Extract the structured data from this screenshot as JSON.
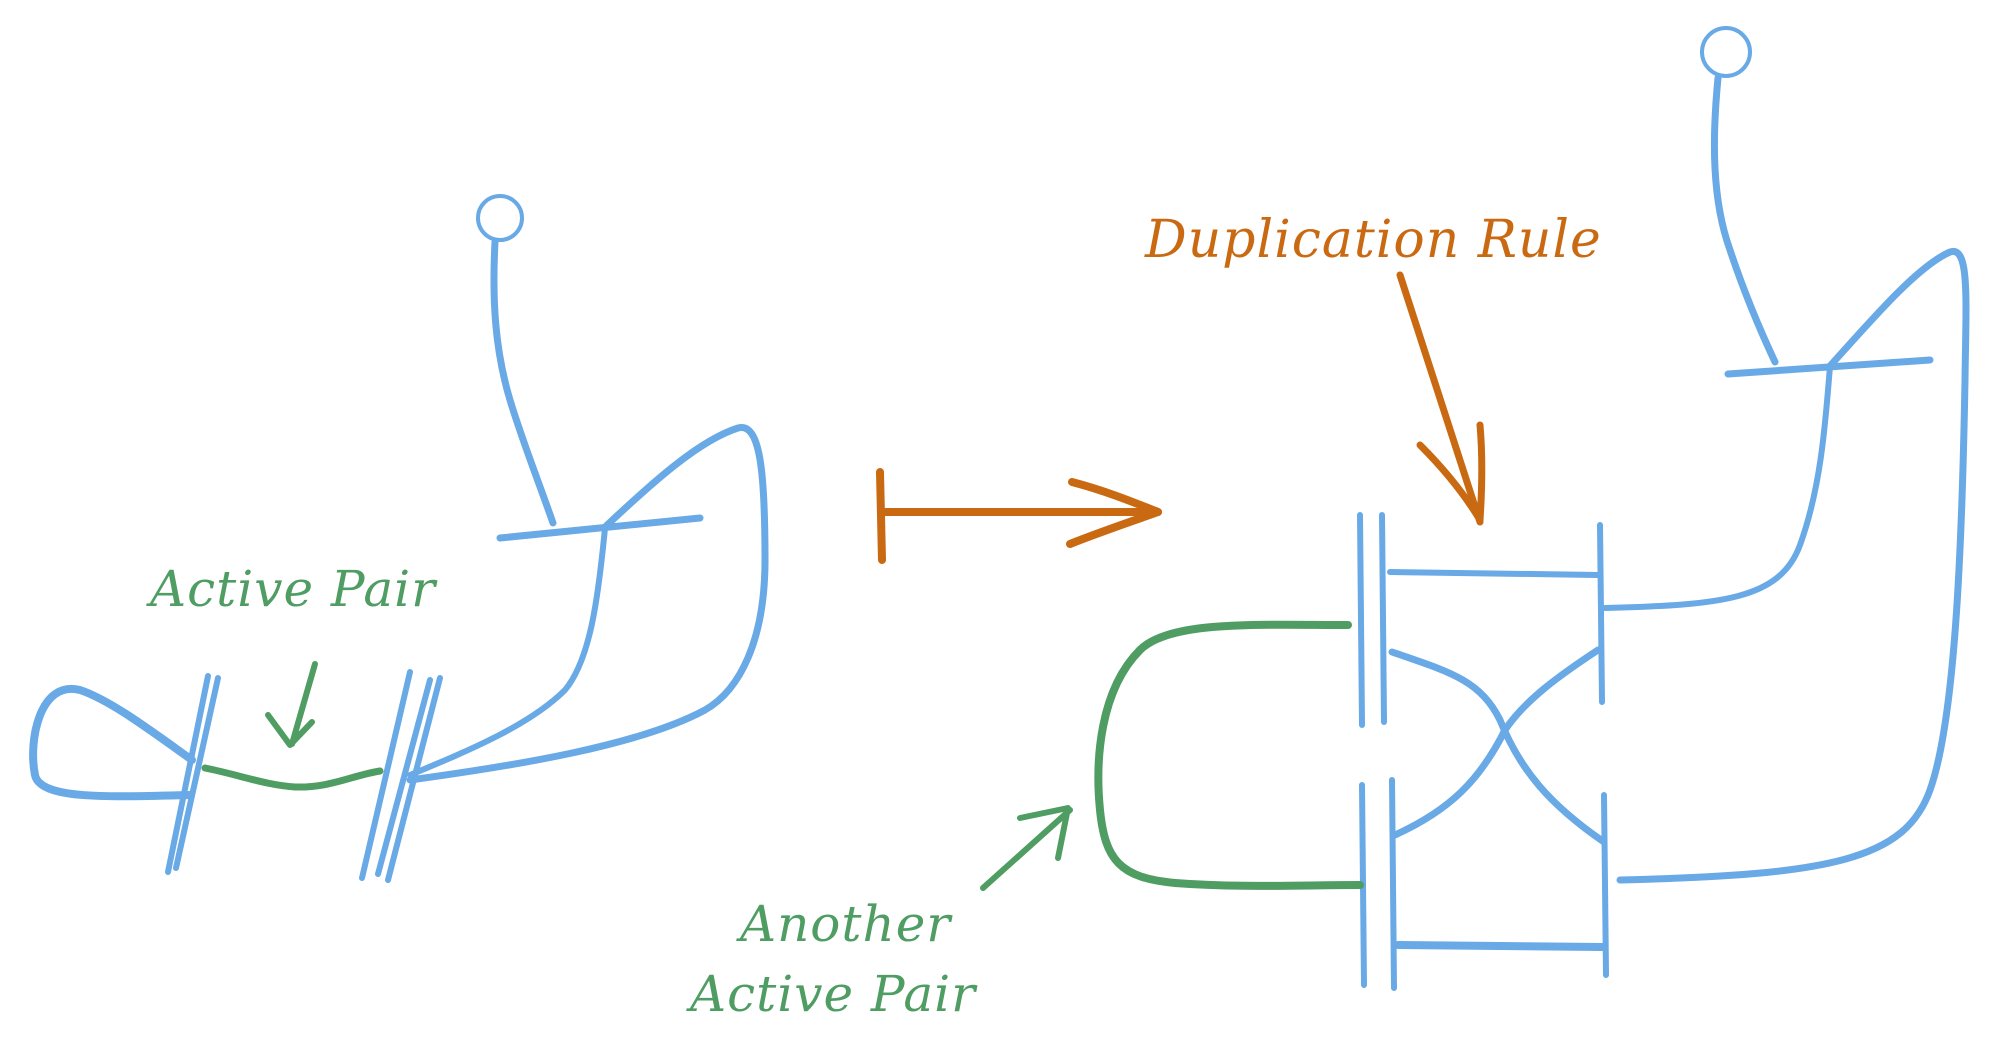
{
  "colors": {
    "wire": "#68a9e6",
    "active_pair": "#4f9d63",
    "rule": "#c96a13",
    "background": "#ffffff"
  },
  "labels": {
    "active_pair": "Active Pair",
    "duplication_rule": "Duplication Rule",
    "another_active_pair_line1": "Another",
    "another_active_pair_line2": "Active Pair"
  },
  "icons": {
    "root_marker": "hatched-circle",
    "rewrite_arrow": "maps-to-arrow"
  }
}
